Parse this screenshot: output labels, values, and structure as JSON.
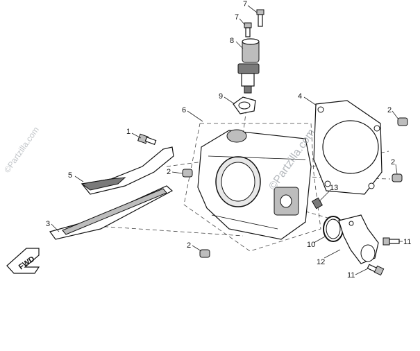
{
  "callouts": [
    {
      "id": "c7a",
      "label": "7"
    },
    {
      "id": "c7b",
      "label": "7"
    },
    {
      "id": "c8",
      "label": "8"
    },
    {
      "id": "c9",
      "label": "9"
    },
    {
      "id": "c6",
      "label": "6"
    },
    {
      "id": "c4",
      "label": "4"
    },
    {
      "id": "c2a",
      "label": "2"
    },
    {
      "id": "c1",
      "label": "1"
    },
    {
      "id": "c2b",
      "label": "2"
    },
    {
      "id": "c5",
      "label": "5"
    },
    {
      "id": "c2c",
      "label": "2"
    },
    {
      "id": "c13",
      "label": "13"
    },
    {
      "id": "c3",
      "label": "3"
    },
    {
      "id": "c2d",
      "label": "2"
    },
    {
      "id": "c10",
      "label": "10"
    },
    {
      "id": "c11a",
      "label": "11"
    },
    {
      "id": "c12",
      "label": "12"
    },
    {
      "id": "c11b",
      "label": "11"
    }
  ],
  "fwd_label": "FWD",
  "watermarks": [
    "©Partzilla.com",
    "©Partzilla.com"
  ]
}
